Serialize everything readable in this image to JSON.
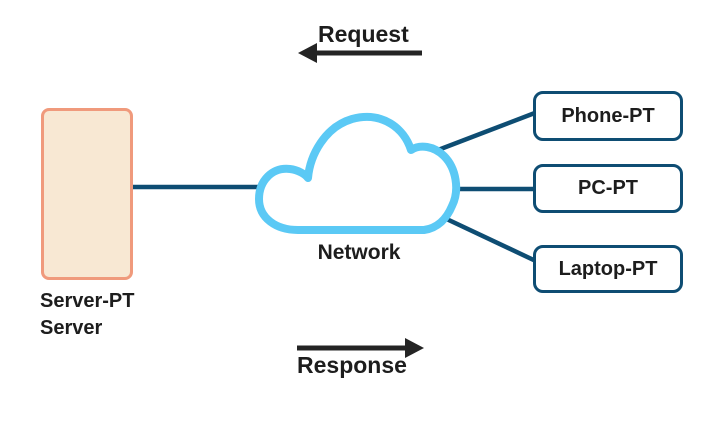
{
  "diagram": {
    "request_label": "Request",
    "response_label": "Response",
    "network_label": "Network",
    "server": {
      "name": "Server-PT",
      "type": "Server"
    },
    "devices": [
      {
        "label": "Phone-PT"
      },
      {
        "label": "PC-PT"
      },
      {
        "label": "Laptop-PT"
      }
    ],
    "colors": {
      "connector": "#0e4d73",
      "device_border": "#0e4d73",
      "cloud_stroke": "#5bc9f5",
      "server_fill": "#f8e8d3",
      "server_border": "#f09a7c",
      "arrow": "#242424",
      "text": "#1d1d1d"
    }
  }
}
